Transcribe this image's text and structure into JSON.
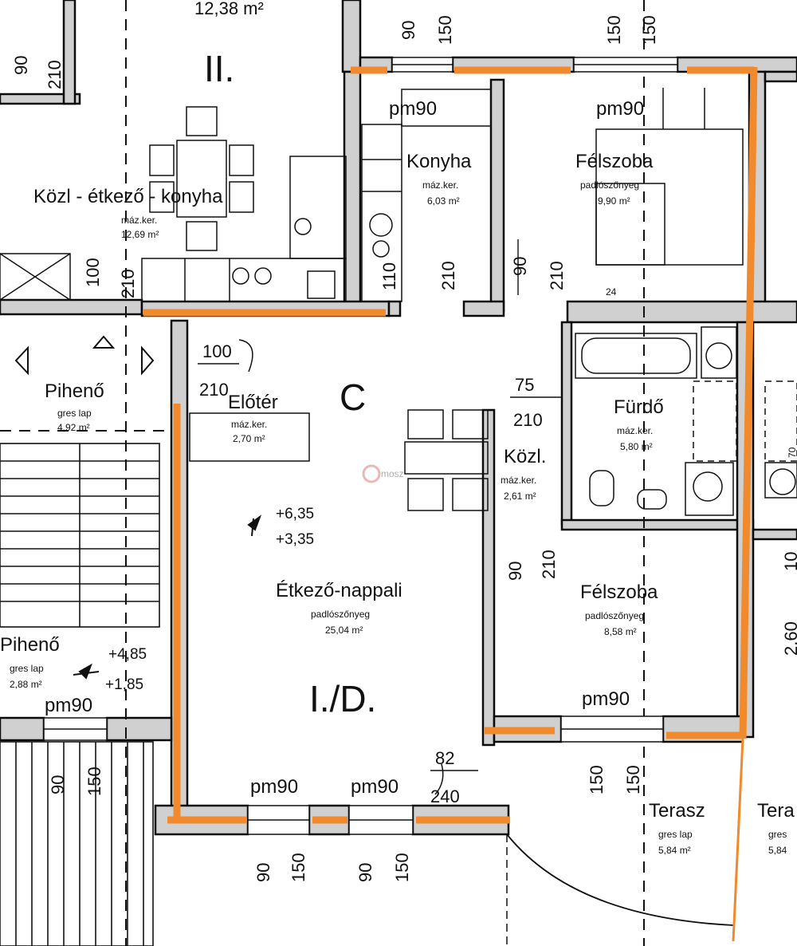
{
  "colors": {
    "wall": "#0a0a0a",
    "wall_fill": "#cfcfcf",
    "highlight": "#f08a2c",
    "line": "#111111"
  },
  "top_area": "12,38 m²",
  "unit_labels": {
    "unit_two": "II.",
    "unit_one": "I./D.",
    "stair_c": "C"
  },
  "rooms": {
    "kitchen_dining_left": {
      "name": "Közl - étkező - konyha",
      "floor": "máz.ker.",
      "area": "12,69 m²"
    },
    "kitchen": {
      "name": "Konyha",
      "floor": "máz.ker.",
      "area": "6,03 m²"
    },
    "halfroom_top": {
      "name": "Félszoba",
      "floor": "padlószőnyeg",
      "area": "9,90 m²"
    },
    "landing_top": {
      "name": "Pihenő",
      "floor": "gres lap",
      "area": "4,92 m²"
    },
    "hall": {
      "name": "Előtér",
      "floor": "máz.ker.",
      "area": "2,70 m²"
    },
    "bathroom": {
      "name": "Fürdő",
      "floor": "máz.ker.",
      "area": "5,80 m²"
    },
    "corridor": {
      "name": "Közl.",
      "floor": "máz.ker.",
      "area": "2,61 m²"
    },
    "living": {
      "name": "Étkező-nappali",
      "floor": "padlószőnyeg",
      "area": "25,04 m²"
    },
    "halfroom_bottom": {
      "name": "Félszoba",
      "floor": "padlószőnyeg",
      "area": "8,58 m²"
    },
    "landing_bottom": {
      "name": "Pihenő",
      "floor": "gres lap",
      "area": "2,88 m²"
    },
    "terrace": {
      "name": "Terasz",
      "floor": "gres lap",
      "area": "5,84 m²"
    },
    "terrace_right": {
      "name": "Tera",
      "floor": "gres",
      "area": "5,84"
    }
  },
  "levels": {
    "living_upper": "+6,35",
    "living_lower": "+3,35",
    "landing_upper": "+4,85",
    "landing_lower": "+1,85"
  },
  "windows": {
    "kitchen": "pm90",
    "halfroom_top": "pm90",
    "landing": "pm90",
    "living_left": "pm90",
    "living_right": "pm90",
    "halfroom_bottom": "pm90"
  },
  "dimensions": {
    "top_kitchen_w": "90",
    "top_kitchen_h": "150",
    "top_room_w": "150",
    "top_room_h": "150",
    "left_w": "90",
    "left_h": "210",
    "door_left_w": "100",
    "door_left_h": "210",
    "door_kitchen_w": "110",
    "door_kitchen_h": "210",
    "door_room_w": "90",
    "door_room_h": "210",
    "hall_door_w": "100",
    "hall_door_h": "210",
    "bath_door_w": "75",
    "bath_door_h": "210",
    "room2_door_w": "90",
    "room2_door_h": "210",
    "terrace_door_w": "82",
    "terrace_door_h": "240",
    "bottom_a_w": "90",
    "bottom_a_h": "150",
    "bottom_b_w": "90",
    "bottom_b_h": "150",
    "landing_win_w": "90",
    "landing_win_h": "150",
    "room2_win_w": "150",
    "room2_win_h": "150",
    "bath_num": "24",
    "side_a": "10",
    "side_b": "2,60",
    "side_c": "70"
  },
  "watermark": "mosz"
}
